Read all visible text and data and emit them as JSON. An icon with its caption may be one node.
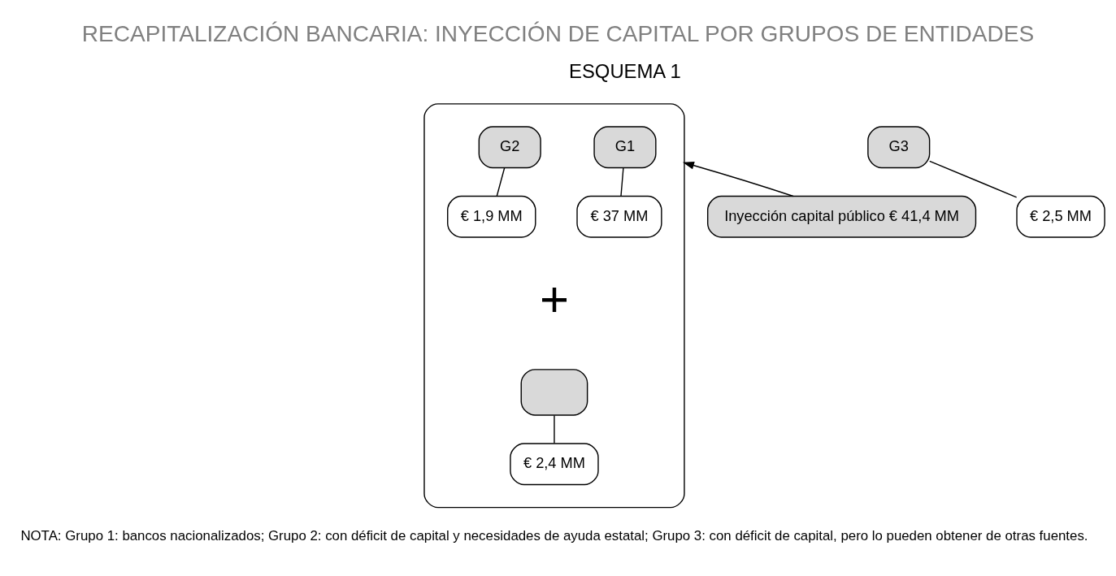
{
  "diagram": {
    "title": "RECAPITALIZACIÓN BANCARIA: INYECCIÓN DE CAPITAL POR GRUPOS DE ENTIDADES",
    "nodes": [
      {
        "text": [
          "Inyección capital público € 41,4 MM"
        ]
      },
      {
        "text": [],
        "shape": "box"
      },
      {
        "text": [
          "G1"
        ],
        "in": 1
      },
      {
        "text": [
          "€ 37 MM"
        ],
        "in": 1
      },
      {
        "text": [
          "G2"
        ],
        "in": 1
      },
      {
        "text": [
          "€ 1,9 MM"
        ],
        "in": 1
      },
      {
        "text": [],
        "shape": "box",
        "in": 1
      },
      {
        "text": [
          "€ 2,4 MM"
        ],
        "in": 1
      },
      {
        "text": [
          "G3"
        ]
      },
      {
        "text": [
          "€ 2,5 MM"
        ]
      }
    ],
    "edges": [
      {
        "from": 0,
        "to": 1,
        "arrow": "to"
      },
      {
        "from": 2,
        "to": 3,
        "arrow": "none"
      },
      {
        "from": 4,
        "to": 5,
        "arrow": "none"
      },
      {
        "from": 6,
        "to": 7,
        "arrow": "none"
      },
      {
        "from": 8,
        "to": 9,
        "arrow": "none"
      }
    ],
    "labels": [
      "ESQUEMA 1",
      "+",
      "NOTA: Grupo 1: bancos nacionalizados; Grupo 2: con déficit de capital y necesidades de ayuda estatal; Grupo 3: con déficit de capital, pero lo pueden obtener de otras fuentes."
    ]
  }
}
